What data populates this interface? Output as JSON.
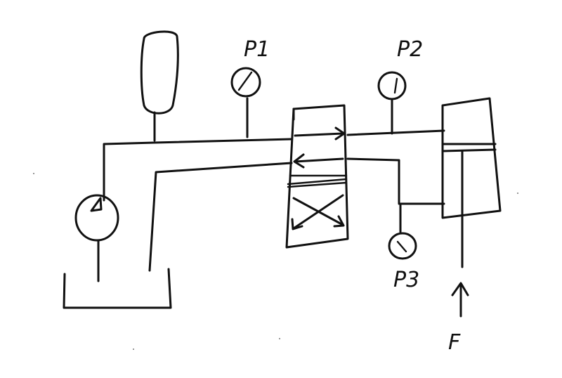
{
  "labels": {
    "p1": "P1",
    "p2": "P2",
    "p3": "P3",
    "force": "F"
  },
  "colors": {
    "ink": "#111111",
    "paper": "#ffffff"
  },
  "components": [
    "accumulator",
    "pump",
    "tank",
    "gauge-p1",
    "gauge-p2",
    "gauge-p3",
    "directional-control-valve",
    "hydraulic-cylinder",
    "external-force-arrow"
  ]
}
